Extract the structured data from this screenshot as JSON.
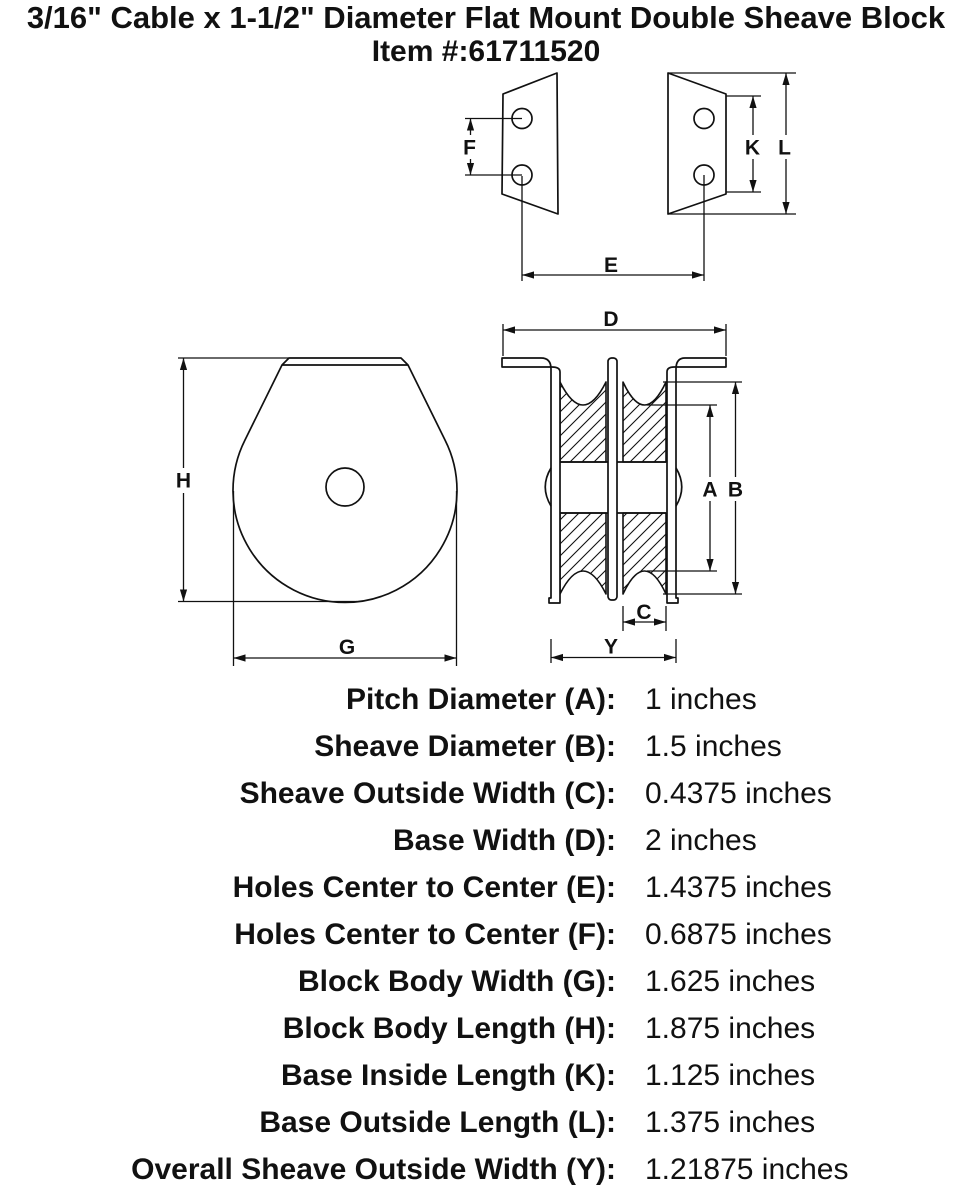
{
  "page": {
    "title": "3/16\" Cable x 1-1/2\" Diameter Flat Mount Double Sheave Block",
    "item": "Item #:61711520"
  },
  "diagram": {
    "dim_labels": {
      "a": "A",
      "b": "B",
      "c": "C",
      "d": "D",
      "e": "E",
      "f": "F",
      "g": "G",
      "h": "H",
      "k": "K",
      "l": "L",
      "y": "Y"
    }
  },
  "specs": {
    "rows": [
      {
        "label": "Pitch Diameter (A):",
        "value": "1 inches"
      },
      {
        "label": "Sheave Diameter (B):",
        "value": "1.5 inches"
      },
      {
        "label": "Sheave Outside Width (C):",
        "value": "0.4375 inches"
      },
      {
        "label": "Base Width (D):",
        "value": "2 inches"
      },
      {
        "label": "Holes Center to Center (E):",
        "value": "1.4375 inches"
      },
      {
        "label": "Holes Center to Center (F):",
        "value": "0.6875 inches"
      },
      {
        "label": "Block Body Width (G):",
        "value": "1.625 inches"
      },
      {
        "label": "Block Body Length (H):",
        "value": "1.875 inches"
      },
      {
        "label": "Base Inside Length (K):",
        "value": "1.125 inches"
      },
      {
        "label": "Base Outside Length (L):",
        "value": "1.375 inches"
      },
      {
        "label": "Overall Sheave Outside Width (Y):",
        "value": "1.21875 inches"
      }
    ]
  },
  "colors": {
    "ink": "#111111",
    "background": "#ffffff"
  }
}
